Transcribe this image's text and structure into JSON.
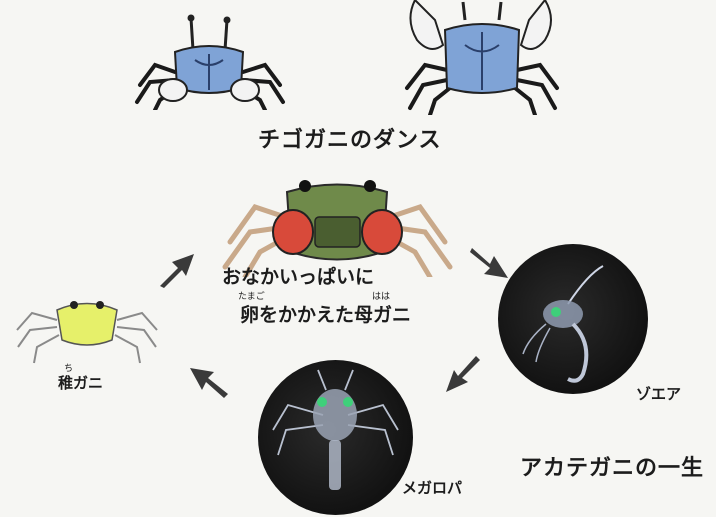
{
  "title_dance": "チゴガニのダンス",
  "title_lifecycle": "アカテガニの一生",
  "labels": {
    "mother_line1": "おなかいっぱいに",
    "mother_line2": "卵をかかえた母ガニ",
    "mother_ruby_tamago": "たまご",
    "mother_ruby_haha": "はは",
    "zoea": "ゾエア",
    "megalopa": "メガロパ",
    "juvenile": "稚ガニ",
    "juvenile_ruby": "ち"
  },
  "colors": {
    "crab_blue": "#7fa3d6",
    "crab_red": "#d84a3a",
    "crab_green": "#6f8a4a",
    "juvenile_yellow": "#e6f06a",
    "arrow": "#3a3a3a",
    "circle_bg": "#141414"
  }
}
